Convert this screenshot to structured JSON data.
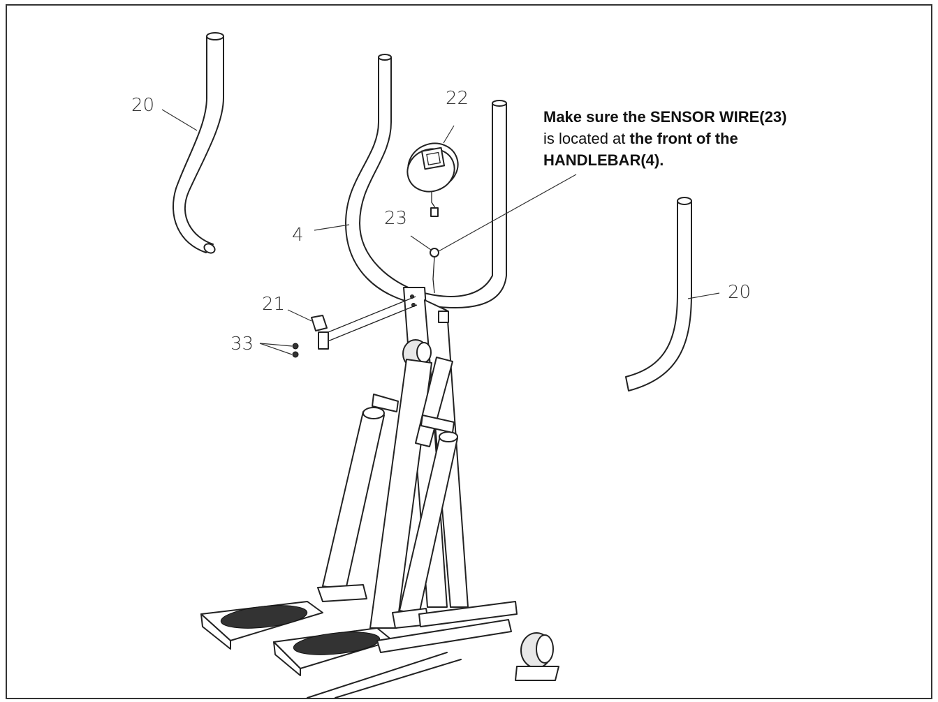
{
  "callouts": {
    "tube_left": "20",
    "tube_right": "20",
    "handlebar": "4",
    "computer": "22",
    "sensor_wire": "23",
    "bracket": "21",
    "screws": "33"
  },
  "note": {
    "line1": "Make sure the SENSOR WIRE(23)",
    "line2_regular": "is located at ",
    "line2_bold": "the front of the",
    "line3": "HANDLEBAR(4)."
  }
}
